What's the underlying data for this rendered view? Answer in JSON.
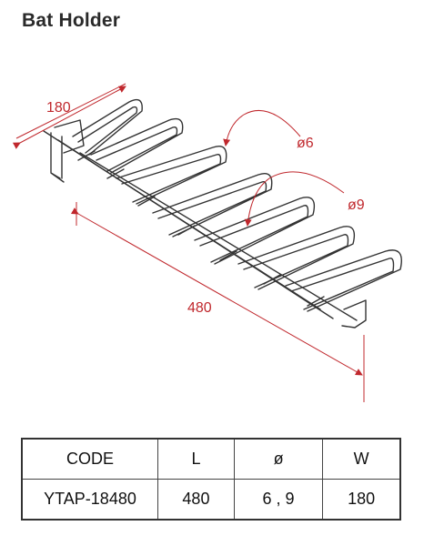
{
  "title": "Bat Holder",
  "dimensions": {
    "width_label": "180",
    "length_label": "480",
    "dia_small_label": "ø6",
    "dia_large_label": "ø9"
  },
  "colors": {
    "dimension": "#c0282d",
    "wire": "#333333"
  },
  "table": {
    "headers": [
      "CODE",
      "L",
      "ø",
      "W"
    ],
    "row": [
      "YTAP-18480",
      "480",
      "6 , 9",
      "180"
    ]
  }
}
